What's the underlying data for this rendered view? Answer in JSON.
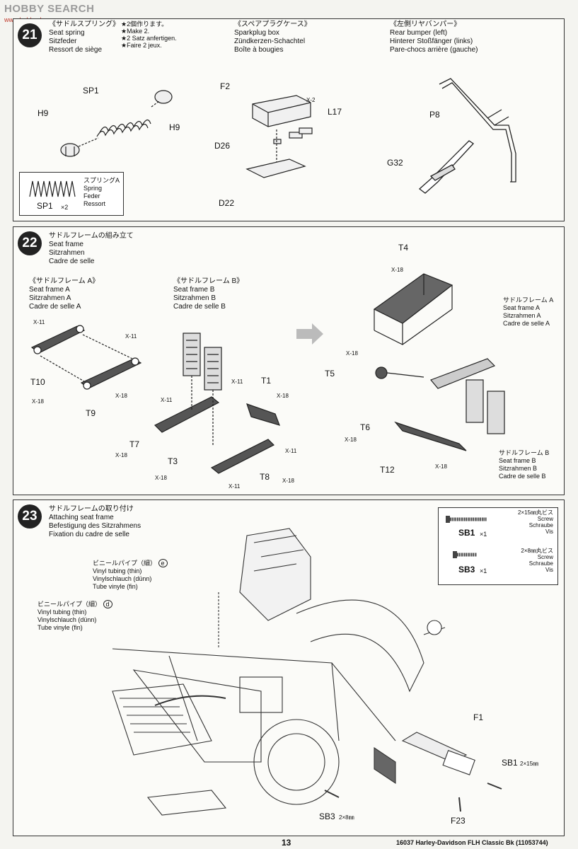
{
  "watermark": {
    "text": "HOBBY SEARCH",
    "url": "www.hobbyshop.com"
  },
  "step21": {
    "number": "21",
    "col1": [
      "《サドルスプリング》",
      "Seat spring",
      "Sitzfeder",
      "Ressort de siège"
    ],
    "col1_note": [
      "★2個作ります。",
      "★Make 2.",
      "★2 Satz anfertigen.",
      "★Faire 2 jeux."
    ],
    "col2": [
      "《スペアプラグケース》",
      "Sparkplug box",
      "Zündkerzen-Schachtel",
      "Boîte à bougies"
    ],
    "col3": [
      "《左側リヤバンパー》",
      "Rear bumper (left)",
      "Hinterer Stoßfänger (links)",
      "Pare-chocs arrière (gauche)"
    ],
    "labels": {
      "sp1": "SP1",
      "h9a": "H9",
      "h9b": "H9",
      "f2": "F2",
      "d26": "D26",
      "d22": "D22",
      "l17": "L17",
      "x2": "X-2",
      "p8": "P8",
      "g32": "G32"
    },
    "inset": {
      "part": "SP1",
      "qty": "×2",
      "desc": [
        "スプリングA",
        "Spring",
        "Feder",
        "Ressort"
      ]
    }
  },
  "step22": {
    "number": "22",
    "title": [
      "サドルフレームの組み立て",
      "Seat frame",
      "Sitzrahmen",
      "Cadre de selle"
    ],
    "subA": [
      "《サドルフレーム A》",
      "Seat frame A",
      "Sitzrahmen A",
      "Cadre de selle A"
    ],
    "subB": [
      "《サドルフレーム B》",
      "Seat frame B",
      "Sitzrahmen B",
      "Cadre de selle B"
    ],
    "calloutA": [
      "サドルフレーム A",
      "Seat frame A",
      "Sitzrahmen A",
      "Cadre de selle A"
    ],
    "calloutB": [
      "サドルフレーム B",
      "Seat frame B",
      "Sitzrahmen B",
      "Cadre de selle B"
    ],
    "labels": {
      "t10": "T10",
      "t9": "T9",
      "t7": "T7",
      "t3": "T3",
      "t1": "T1",
      "t8": "T8",
      "t4": "T4",
      "t5": "T5",
      "t6": "T6",
      "t12": "T12"
    },
    "screw11": "X-11",
    "screw18": "X-18"
  },
  "step23": {
    "number": "23",
    "title": [
      "サドルフレームの取り付け",
      "Attaching seat frame",
      "Befestigung des Sitzrahmens",
      "Fixation du cadre de selle"
    ],
    "tube_e": {
      "jp": "ビニールパイプ（細）",
      "key": "e",
      "lines": [
        "Vinyl tubing (thin)",
        "Vinylschlauch (dünn)",
        "Tube vinyle (fin)"
      ]
    },
    "tube_d": {
      "jp": "ビニールパイプ（細）",
      "key": "d",
      "lines": [
        "Vinyl tubing (thin)",
        "Vinylschlauch (dünn)",
        "Tube vinyle (fin)"
      ]
    },
    "inset": {
      "sb1": {
        "part": "SB1",
        "qty": "×1",
        "desc": [
          "2×15㎜丸ビス",
          "Screw",
          "Schraube",
          "Vis"
        ]
      },
      "sb3": {
        "part": "SB3",
        "qty": "×1",
        "desc": [
          "2×8㎜丸ビス",
          "Screw",
          "Schraube",
          "Vis"
        ]
      }
    },
    "labels": {
      "f1": "F1",
      "f23": "F23",
      "sb1": "SB1",
      "sb1_size": "2×15㎜",
      "sb3": "SB3",
      "sb3_size": "2×8㎜"
    }
  },
  "footer": {
    "page": "13",
    "title": "16037  Harley-Davidson FLH Classic Bk (11053744)"
  }
}
